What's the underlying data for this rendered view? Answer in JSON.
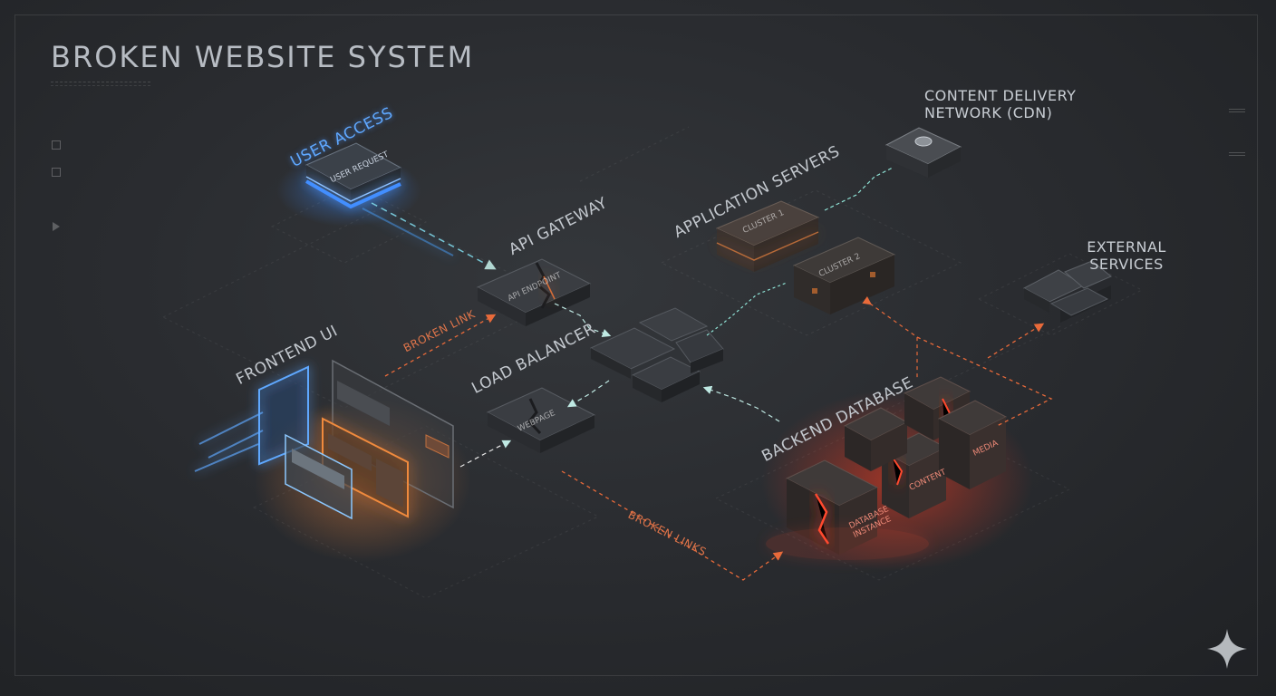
{
  "title": "BROKEN WEBSITE SYSTEM",
  "components": {
    "user_access": {
      "label": "USER ACCESS",
      "box": "USER REQUEST"
    },
    "api_gateway": {
      "label": "API GATEWAY",
      "box": "API ENDPOINT"
    },
    "application_servers": {
      "label": "APPLICATION SERVERS",
      "cluster1": "CLUSTER 1",
      "cluster2": "CLUSTER 2"
    },
    "cdn": {
      "label_line1": "CONTENT DELIVERY",
      "label_line2": "NETWORK (CDN)"
    },
    "external_services": {
      "label_line1": "EXTERNAL",
      "label_line2": "SERVICES"
    },
    "frontend_ui": {
      "label": "FRONTEND UI"
    },
    "load_balancer": {
      "label": "LOAD BALANCER",
      "box": "WEBPAGE"
    },
    "backend_database": {
      "label": "BACKEND DATABASE",
      "db_instance_line1": "DATABASE",
      "db_instance_line2": "INSTANCE",
      "content": "CONTENT",
      "media": "MEDIA"
    }
  },
  "connections": {
    "broken_link": "BROKEN LINK",
    "broken_links": "BROKEN LINKS"
  },
  "colors": {
    "accent_blue": "#3d8bff",
    "accent_orange": "#e86a3a",
    "accent_red": "#ff4a2e",
    "accent_cyan": "#7fe3d8"
  }
}
